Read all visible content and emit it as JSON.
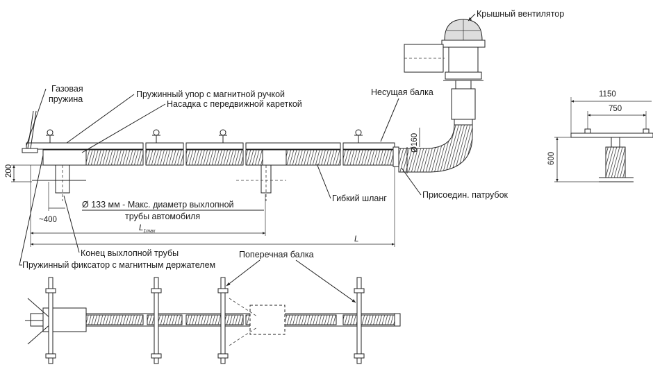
{
  "labels": {
    "roof_fan": "Крышный вентилятор",
    "gas_spring_1": "Газовая",
    "gas_spring_2": "пружина",
    "spring_stop": "Пружинный упор с магнитной ручкой",
    "nozzle_carriage": "Насадка с передвижной кареткой",
    "carrier_beam": "Несущая балка",
    "flex_hose": "Гибкий шланг",
    "connector": "Присоедин. патрубок",
    "max_diameter_1": "Ø 133 мм - Макс. диаметр выхлопной",
    "max_diameter_2": "трубы автомобиля",
    "exhaust_end": "Конец выхлопной трубы",
    "spring_latch": "Пружинный фиксатор с магнитным держателем",
    "cross_beam": "Поперечная балка"
  },
  "dimensions": {
    "d200": "200",
    "d400": "~400",
    "d160": "Ø160",
    "l1max_main": "L",
    "l1max_sub": "1max",
    "l_total": "L",
    "w1150": "1150",
    "w750": "750",
    "h600": "600"
  },
  "colors": {
    "line": "#222222",
    "background": "#ffffff"
  }
}
